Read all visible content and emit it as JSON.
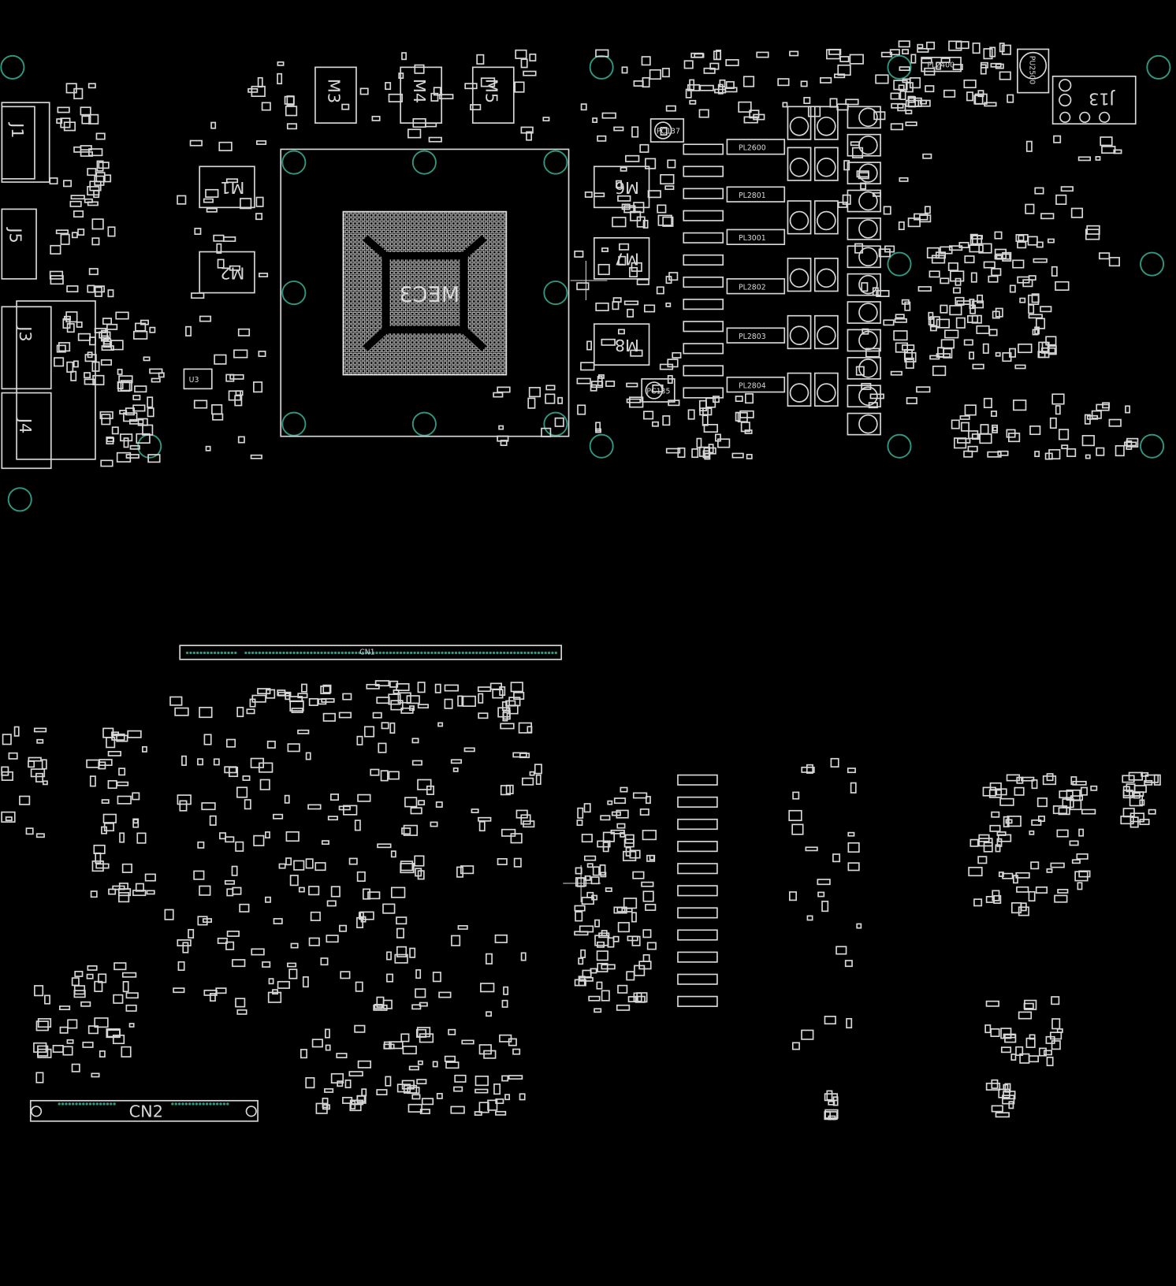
{
  "title": "Boardview PCB layout",
  "colors": {
    "background": "#000000",
    "outline": "#d8d8d8",
    "mounting_hole": "#2f9a82"
  },
  "components": {
    "mec3": "MEC3",
    "m1": "M1",
    "m2": "M2",
    "m3": "M3",
    "m4": "M4",
    "m5": "M5",
    "m6": "M6",
    "m7": "M7",
    "m8": "M8",
    "j1": "J1",
    "j3": "J3",
    "j4": "J4",
    "j5": "J5",
    "j13": "J13",
    "u3": "U3",
    "cn1": "CN1",
    "cn2": "CN2",
    "pl2400": "PL2400",
    "pu2500": "PU2500",
    "pl2600": "PL2600",
    "pl2801": "PL2801",
    "pl3001": "PL3001",
    "pl2802": "PL2802",
    "pl2803": "PL2803",
    "pl2804": "PL2804",
    "pc137": "PC137",
    "pc135": "PC135"
  }
}
